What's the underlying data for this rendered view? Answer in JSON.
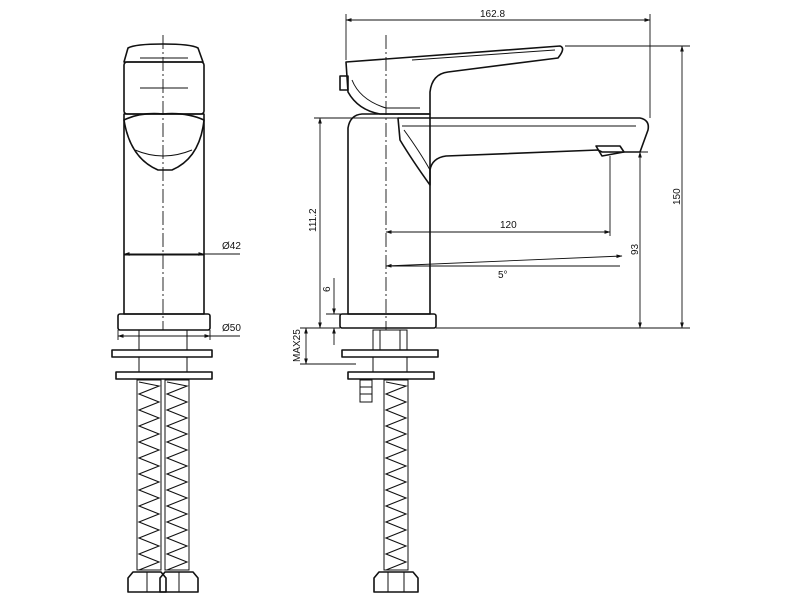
{
  "dimensions": {
    "overall_length": "162.8",
    "overall_height": "150",
    "spout_height": "111.2",
    "spout_reach": "120",
    "outlet_height": "93",
    "spout_angle": "5°",
    "base_gap": "6",
    "body_diameter": "Ø42",
    "base_diameter": "Ø50",
    "max_deck_thickness": "MAX25"
  }
}
